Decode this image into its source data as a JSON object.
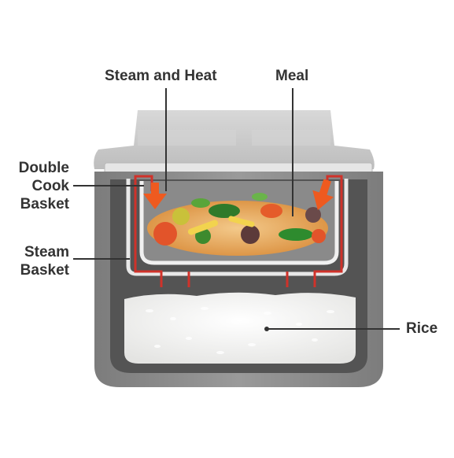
{
  "labels": {
    "steam_and_heat": "Steam and Heat",
    "meal": "Meal",
    "double_cook_basket": [
      "Double",
      "Cook",
      "Basket"
    ],
    "steam_basket": [
      "Steam",
      "Basket"
    ],
    "rice": "Rice"
  },
  "colors": {
    "cooker_body": "#8a8a8a",
    "cooker_lid": "#c9c9c9",
    "inner_pot": "#5a5a5a",
    "basket_outline": "#e8e8e8",
    "steam_path": "#d0322a",
    "arrow": "#ee5a1f",
    "rice": "#f4f4f2",
    "leader_line": "#333333"
  }
}
